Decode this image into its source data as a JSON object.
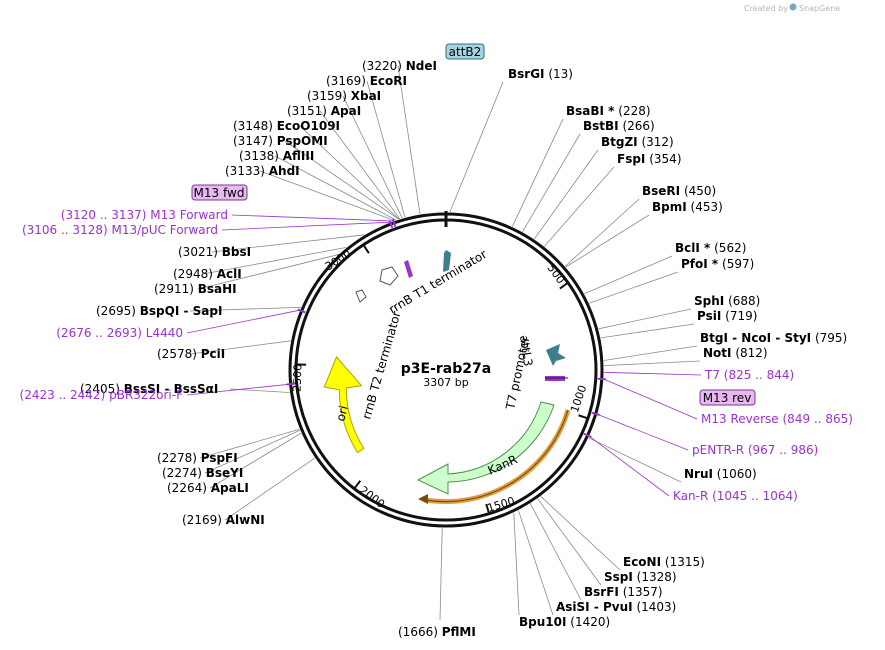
{
  "credit": {
    "prefix": "Created by",
    "brand": "SnapGene"
  },
  "plasmid": {
    "name": "p3E-rab27a",
    "length_text": "3307 bp",
    "length": 3307
  },
  "ticks": [
    "500",
    "1000",
    "1500",
    "2000",
    "2500",
    "3000"
  ],
  "features": [
    {
      "name": "rrnB T1 terminator",
      "type": "terminator"
    },
    {
      "name": "rrnB T2 terminator",
      "type": "terminator"
    },
    {
      "name": "T7 promoter",
      "type": "promoter"
    },
    {
      "name": "attL3",
      "type": "att"
    },
    {
      "name": "KanR",
      "type": "cds",
      "color": "#ccffcc"
    },
    {
      "name": "ori",
      "type": "origin",
      "color": "#ffff00"
    }
  ],
  "boxed_labels": [
    {
      "text": "attB2",
      "color": "#a7d3df"
    },
    {
      "text": "M13 fwd",
      "color": "#e7b9f0"
    },
    {
      "text": "M13 rev",
      "color": "#e7b9f0"
    }
  ],
  "sites": [
    {
      "name": "BsrGI",
      "pos": "(13)",
      "star": false
    },
    {
      "name": "BsaBI",
      "pos": "(228)",
      "star": true
    },
    {
      "name": "BstBI",
      "pos": "(266)",
      "star": false
    },
    {
      "name": "BtgZI",
      "pos": "(312)",
      "star": false
    },
    {
      "name": "FspI",
      "pos": "(354)",
      "star": false
    },
    {
      "name": "BseRI",
      "pos": "(450)",
      "star": false
    },
    {
      "name": "BpmI",
      "pos": "(453)",
      "star": false
    },
    {
      "name": "BclI",
      "pos": "(562)",
      "star": true
    },
    {
      "name": "PfoI",
      "pos": "(597)",
      "star": true
    },
    {
      "name": "SphI",
      "pos": "(688)",
      "star": false
    },
    {
      "name": "PsiI",
      "pos": "(719)",
      "star": false
    },
    {
      "name": "BtgI - NcoI - StyI",
      "pos": "(795)",
      "star": false
    },
    {
      "name": "NotI",
      "pos": "(812)",
      "star": false
    },
    {
      "name": "NruI",
      "pos": "(1060)",
      "star": false
    },
    {
      "name": "EcoNI",
      "pos": "(1315)",
      "star": false
    },
    {
      "name": "SspI",
      "pos": "(1328)",
      "star": false
    },
    {
      "name": "BsrFI",
      "pos": "(1357)",
      "star": false
    },
    {
      "name": "AsiSI - PvuI",
      "pos": "(1403)",
      "star": false
    },
    {
      "name": "Bpu10I",
      "pos": "(1420)",
      "star": false
    },
    {
      "name": "PflMI",
      "pos": "(1666)",
      "star": false
    },
    {
      "name": "AlwNI",
      "pos": "(2169)",
      "star": false
    },
    {
      "name": "ApaLI",
      "pos": "(2264)",
      "star": false
    },
    {
      "name": "BseYI",
      "pos": "(2274)",
      "star": false
    },
    {
      "name": "PspFI",
      "pos": "(2278)",
      "star": false
    },
    {
      "name": "BssSI - BssSαI",
      "pos": "(2405)",
      "star": false
    },
    {
      "name": "PciI",
      "pos": "(2578)",
      "star": false
    },
    {
      "name": "BspQI - SapI",
      "pos": "(2695)",
      "star": false
    },
    {
      "name": "BsaHI",
      "pos": "(2911)",
      "star": false
    },
    {
      "name": "AclI",
      "pos": "(2948)",
      "star": false
    },
    {
      "name": "BbsI",
      "pos": "(3021)",
      "star": false
    },
    {
      "name": "AhdI",
      "pos": "(3133)",
      "star": false
    },
    {
      "name": "AflIII",
      "pos": "(3138)",
      "star": false
    },
    {
      "name": "PspOMI",
      "pos": "(3147)",
      "star": false
    },
    {
      "name": "EcoO109I",
      "pos": "(3148)",
      "star": false
    },
    {
      "name": "ApaI",
      "pos": "(3151)",
      "star": false
    },
    {
      "name": "XbaI",
      "pos": "(3159)",
      "star": false
    },
    {
      "name": "EcoRI",
      "pos": "(3169)",
      "star": false
    },
    {
      "name": "NdeI",
      "pos": "(3220)",
      "star": false
    }
  ],
  "primers": [
    {
      "name": "T7",
      "range": "(825 .. 844)"
    },
    {
      "name": "M13 Reverse",
      "range": "(849 .. 865)"
    },
    {
      "name": "pENTR-R",
      "range": "(967 .. 986)"
    },
    {
      "name": "Kan-R",
      "range": "(1045 .. 1064)"
    },
    {
      "name": "M13 Forward",
      "range": "(3120 .. 3137)"
    },
    {
      "name": "M13/pUC Forward",
      "range": "(3106 .. 3128)"
    },
    {
      "name": "L4440",
      "range": "(2676 .. 2693)"
    },
    {
      "name": "pBR322ori-F",
      "range": "(2423 .. 2442)"
    }
  ]
}
